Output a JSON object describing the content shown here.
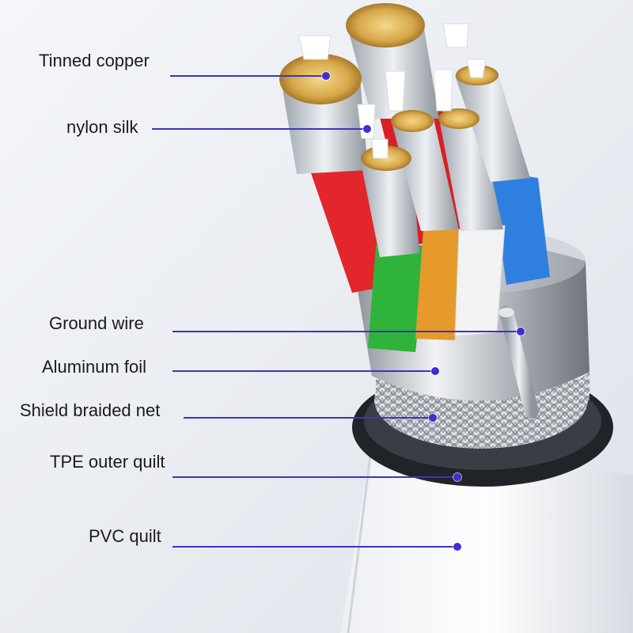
{
  "labels": {
    "tinned_copper": "Tinned copper",
    "nylon_silk": "nylon silk",
    "ground_wire": "Ground wire",
    "aluminum_foil": "Aluminum foil",
    "shield_braided_net": "Shield braided net",
    "tpe_outer_quilt": "TPE outer quilt",
    "pvc_quilt": "PVC quilt"
  },
  "colors": {
    "leader": "#3b34c4",
    "dot": "#3f2fd0",
    "red_wire": "#e3262b",
    "blue_wire": "#2f7fe0",
    "green_wire": "#2fb33a",
    "orange_wire": "#e59a2b",
    "white_wire": "#f2f2f2",
    "shield": "#c9ccd1",
    "outer_jacket": "#2a2d31"
  }
}
